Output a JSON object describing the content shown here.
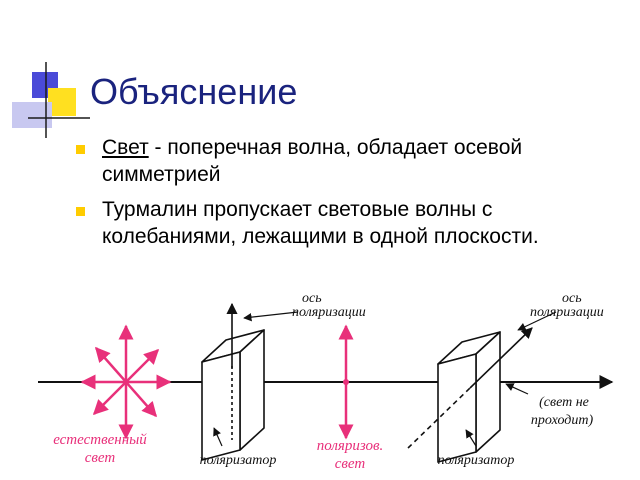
{
  "slide": {
    "title": "Объяснение",
    "bullet1": {
      "term": "Свет",
      "rest": " - поперечная волна, обладает осевой симметрией"
    },
    "bullet2": "Турмалин пропускает световые волны с колебаниями, лежащими в одной плоскости."
  },
  "diagram": {
    "axis_label_1_line1": "ось",
    "axis_label_1_line2": "поляризации",
    "axis_label_2_line1": "ось",
    "axis_label_2_line2": "поляризации",
    "natural_light_line1": "естественный",
    "natural_light_line2": "свет",
    "polarizer_1": "поляризатор",
    "polarized_light_line1": "поляризов.",
    "polarized_light_line2": "свет",
    "polarizer_2": "поляризатор",
    "no_pass_line1": "(свет не",
    "no_pass_line2": "проходит)"
  },
  "colors": {
    "title": "#1a237e",
    "accent_pink": "#e8307a",
    "deco_blue": "#4a4ad8",
    "deco_yellow": "#ffe020",
    "deco_lavender": "#c8c8f0",
    "bullet": "#ffcc00"
  }
}
